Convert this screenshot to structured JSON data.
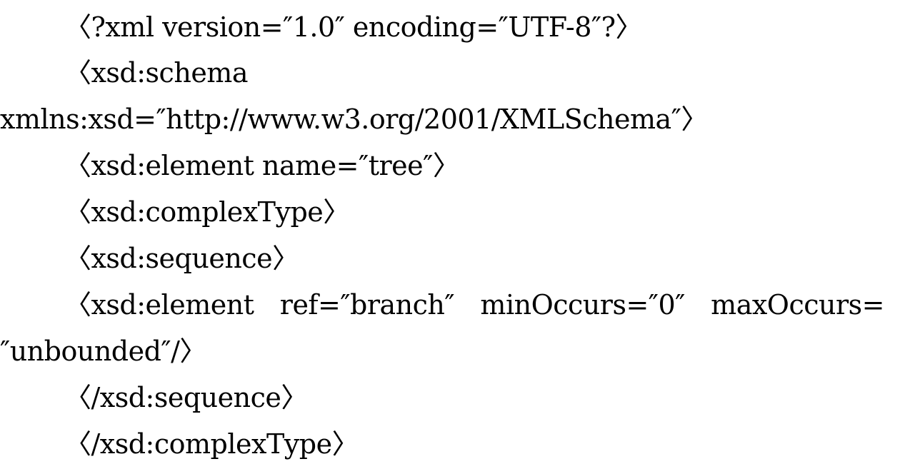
{
  "document": {
    "line_1": "〈?xml version=″1.0″ encoding=″UTF-8″?〉",
    "line_2": "〈xsd:schema",
    "line_3": "xmlns:xsd=″http://www.w3.org/2001/XMLSchema″〉",
    "line_4": "〈xsd:element name=″tree″〉",
    "line_5": "〈xsd:complexType〉",
    "line_6": "〈xsd:sequence〉",
    "line_7_parts": [
      "〈xsd:element",
      "ref=″branch″",
      "minOccurs=″0″",
      "maxOccurs="
    ],
    "line_8": "″unbounded″/〉",
    "line_9": "〈/xsd:sequence〉",
    "line_10": "〈/xsd:complexType〉"
  }
}
